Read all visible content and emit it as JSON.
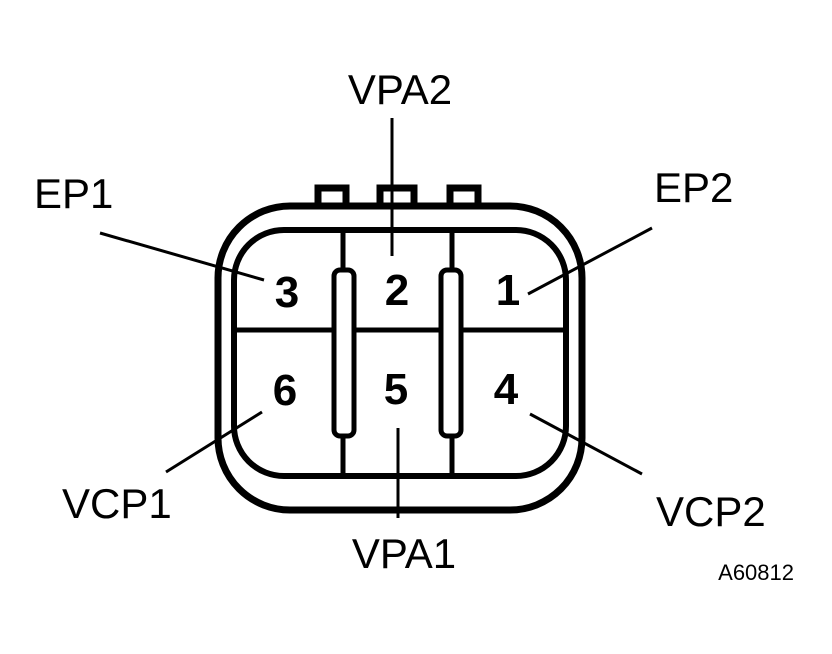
{
  "labels": {
    "vpa2": "VPA2",
    "ep1": "EP1",
    "ep2": "EP2",
    "vcp1": "VCP1",
    "vpa1": "VPA1",
    "vcp2": "VCP2"
  },
  "pins": {
    "p1": "1",
    "p2": "2",
    "p3": "3",
    "p4": "4",
    "p5": "5",
    "p6": "6"
  },
  "figure_code": "A60812"
}
